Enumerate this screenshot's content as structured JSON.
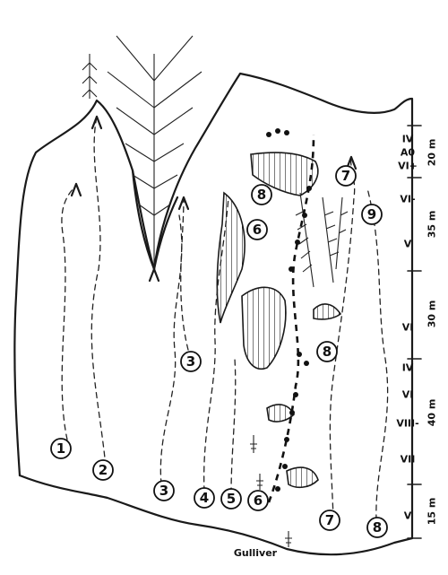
{
  "crag_label": "Gulliver",
  "top_routes": [
    {
      "number": "8"
    },
    {
      "number": "7"
    },
    {
      "number": "6"
    },
    {
      "number": "9"
    },
    {
      "number": "3"
    }
  ],
  "mid_routes": [
    {
      "number": "8"
    }
  ],
  "bottom_routes": [
    {
      "number": "1"
    },
    {
      "number": "2"
    },
    {
      "number": "3"
    },
    {
      "number": "4"
    },
    {
      "number": "5"
    },
    {
      "number": "6"
    },
    {
      "number": "7"
    },
    {
      "number": "8"
    }
  ],
  "scale": {
    "grades": [
      "IV",
      "A0",
      "VI+",
      "VI-",
      "V",
      "VI",
      "IV",
      "VI",
      "VIII-",
      "VII",
      "V"
    ],
    "lengths": [
      "20 m",
      "35 m",
      "30 m",
      "40 m",
      "15 m"
    ]
  }
}
